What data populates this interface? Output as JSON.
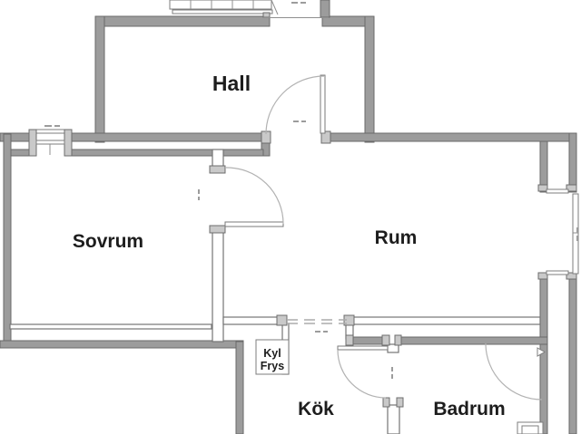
{
  "plan": {
    "kind": "apartment-floor-plan",
    "language": "Swedish",
    "rooms": {
      "hall": {
        "label": "Hall"
      },
      "sovrum": {
        "label": "Sovrum"
      },
      "rum": {
        "label": "Rum"
      },
      "kok": {
        "label": "Kök"
      },
      "badrum": {
        "label": "Badrum"
      }
    },
    "closet": {
      "line1": "Kyl",
      "line2": "Frys"
    },
    "symbols": {
      "doors": [
        "entry-door",
        "hall-door",
        "sovrum-rum-door",
        "kok-door",
        "badrum-door"
      ],
      "windows": [
        "sovrum-window-bay",
        "balcony-window-bay"
      ],
      "stairs": "stairwell-steps",
      "appliance_closet": "kyl-frys-closet",
      "fixture": "badrum-fixture",
      "dimension_marks": "illegible-tiny-dimension-labels"
    },
    "colors": {
      "background": "#ffffff",
      "wall_fill": "#9c9c9c",
      "wall_edge": "#6a6a6a",
      "outlined_wall_fill": "#ffffff",
      "door_arc": "#b2b2b2",
      "label_text": "#1d1d1d"
    }
  }
}
